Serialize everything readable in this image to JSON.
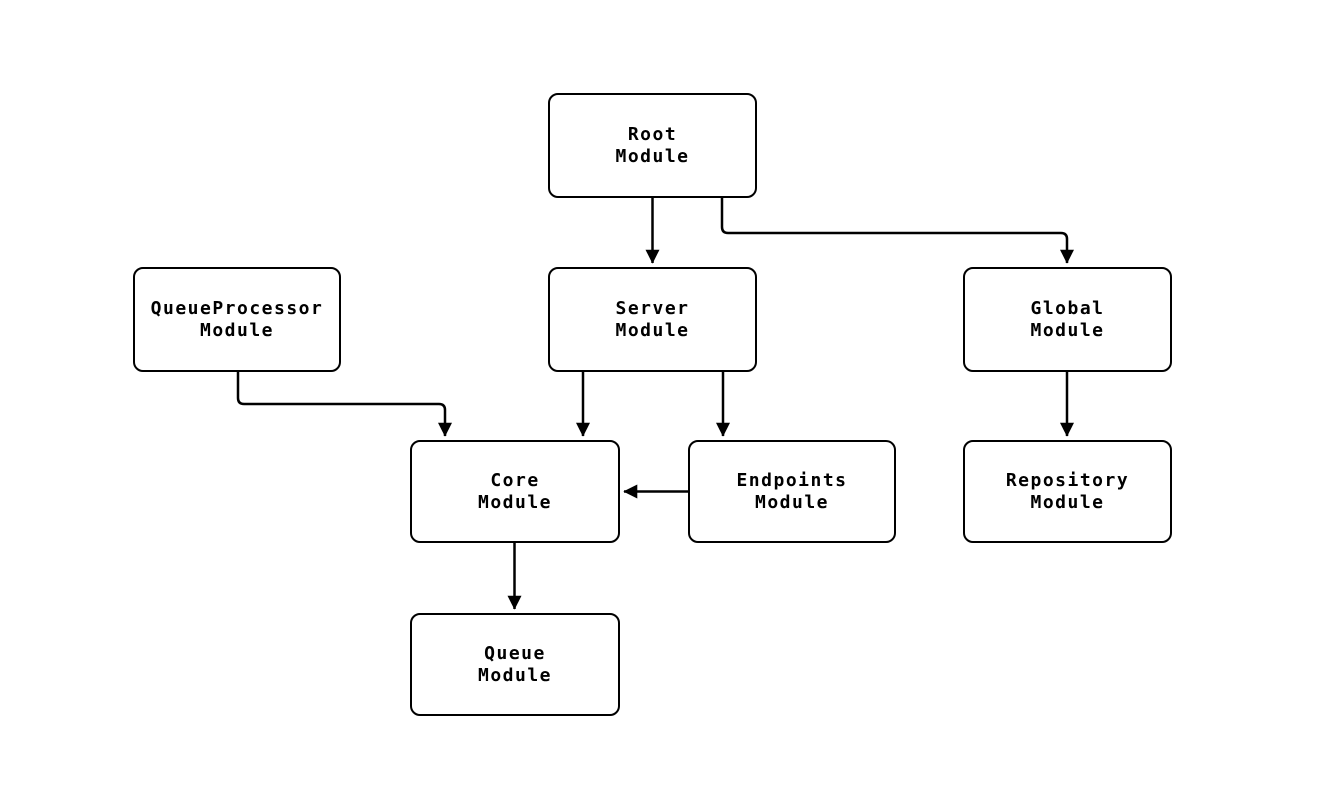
{
  "diagram": {
    "type": "module-dependency-flowchart",
    "colors": {
      "background": "#ffffff",
      "node_border": "#000000",
      "edge": "#000000",
      "text": "#000000"
    },
    "nodes": {
      "root": {
        "line1": "Root",
        "line2": "Module"
      },
      "queueprocessor": {
        "line1": "QueueProcessor",
        "line2": "Module"
      },
      "server": {
        "line1": "Server",
        "line2": "Module"
      },
      "global": {
        "line1": "Global",
        "line2": "Module"
      },
      "core": {
        "line1": "Core",
        "line2": "Module"
      },
      "endpoints": {
        "line1": "Endpoints",
        "line2": "Module"
      },
      "repository": {
        "line1": "Repository",
        "line2": "Module"
      },
      "queue": {
        "line1": "Queue",
        "line2": "Module"
      }
    },
    "edges": [
      {
        "from": "Root Module",
        "to": "Server Module"
      },
      {
        "from": "Root Module",
        "to": "Global Module"
      },
      {
        "from": "QueueProcessor Module",
        "to": "Core Module"
      },
      {
        "from": "Server Module",
        "to": "Core Module"
      },
      {
        "from": "Server Module",
        "to": "Endpoints Module"
      },
      {
        "from": "Endpoints Module",
        "to": "Core Module"
      },
      {
        "from": "Global Module",
        "to": "Repository Module"
      },
      {
        "from": "Core Module",
        "to": "Queue Module"
      }
    ]
  }
}
